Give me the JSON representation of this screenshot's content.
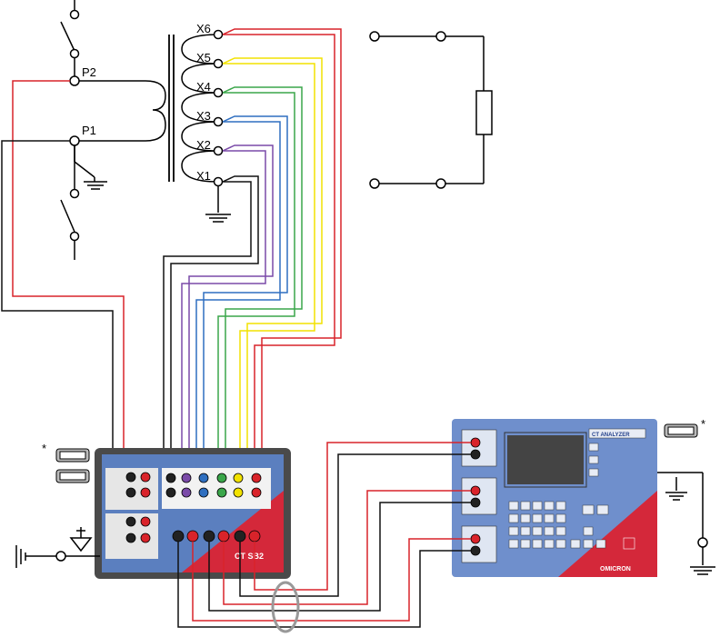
{
  "labels": {
    "p2": "P2",
    "p1": "P1",
    "x6": "X6",
    "x5": "X5",
    "x4": "X4",
    "x3": "X3",
    "x2": "X2",
    "x1": "X1",
    "asterisk_left": "*",
    "asterisk_right": "*"
  },
  "devices": {
    "cts": {
      "title": "CT SB2"
    },
    "analyzer": {
      "title": "CT ANALYZER",
      "brand": "OMICRON"
    }
  },
  "colors": {
    "red": "#d9232a",
    "black": "#111111",
    "yellow": "#f2e200",
    "green": "#3aa64a",
    "blue": "#2f6fc0",
    "purple": "#7a4aa8",
    "device_blue": "#5b7fbf",
    "device_red": "#d4283a",
    "frame_gray": "#4a4a4a"
  }
}
